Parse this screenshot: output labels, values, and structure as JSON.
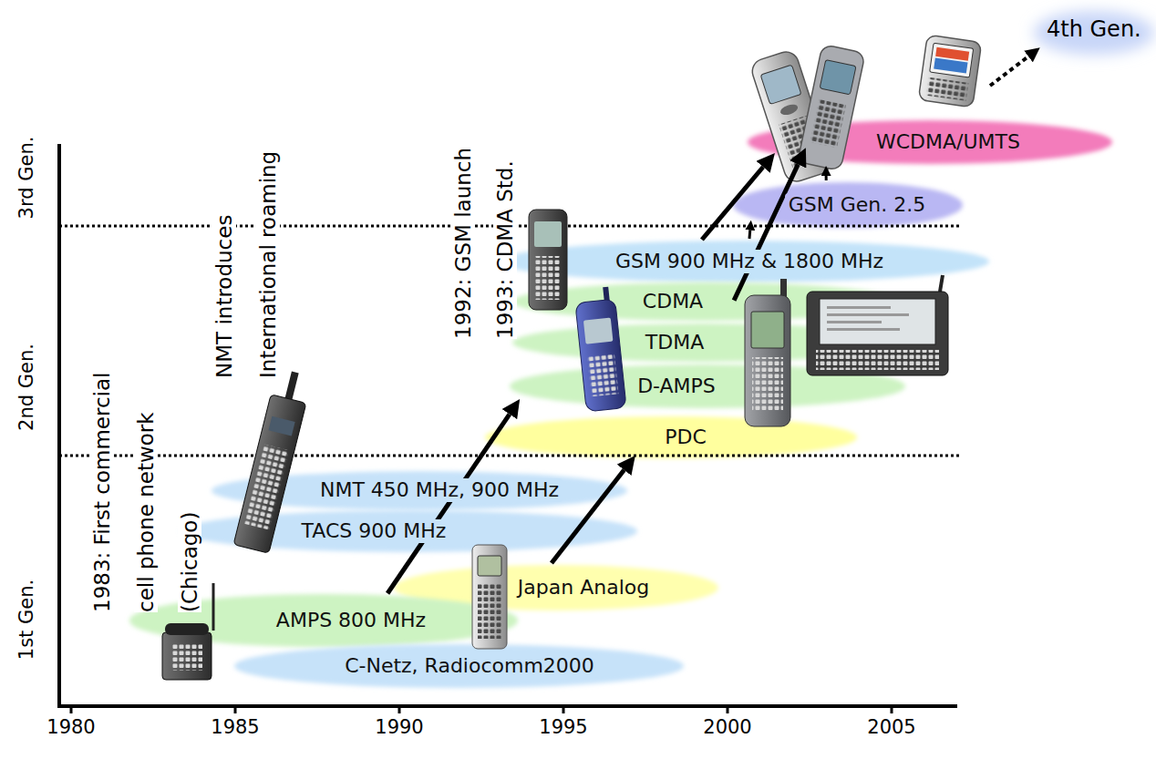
{
  "diagram": {
    "nodes": [
      {
        "text": [
          "WCDMA/UMTS"
        ]
      },
      {
        "text": [
          "GSM Gen. 2.5"
        ]
      },
      {
        "text": [
          "GSM 900 MHz & 1800 MHz"
        ]
      },
      {
        "text": [
          "CDMA"
        ]
      },
      {
        "text": [
          "TDMA"
        ]
      },
      {
        "text": [
          "D-AMPS"
        ]
      },
      {
        "text": [
          "PDC"
        ]
      },
      {
        "text": [
          "NMT 450 MHz, 900 MHz"
        ]
      },
      {
        "text": [
          "TACS 900 MHz"
        ]
      },
      {
        "text": [
          "Japan Analog"
        ]
      },
      {
        "text": [
          "AMPS 800 MHz"
        ]
      },
      {
        "text": [
          "C-Netz, Radiocomm2000"
        ]
      }
    ],
    "edges": [
      {
        "from": 10,
        "to": 5,
        "arrow": "to"
      },
      {
        "from": 9,
        "to": 6,
        "arrow": "to"
      },
      {
        "from": 2,
        "to": 0,
        "arrow": "to"
      },
      {
        "from": 3,
        "to": 0,
        "arrow": "to"
      },
      {
        "from": 2,
        "to": 1,
        "arrow": "to"
      },
      {
        "from": 1,
        "to": 0,
        "arrow": "to"
      }
    ],
    "labels": [
      "3rd Gen.",
      "2nd Gen.",
      "1st Gen.",
      "4th Gen.",
      "1983: First commercial cell phone network (Chicago)",
      "NMT introduces International roaming",
      "1992: GSM launch 1993: CDMA Std.",
      "1980",
      "1985",
      "1990",
      "1995",
      "2000",
      "2005"
    ]
  }
}
